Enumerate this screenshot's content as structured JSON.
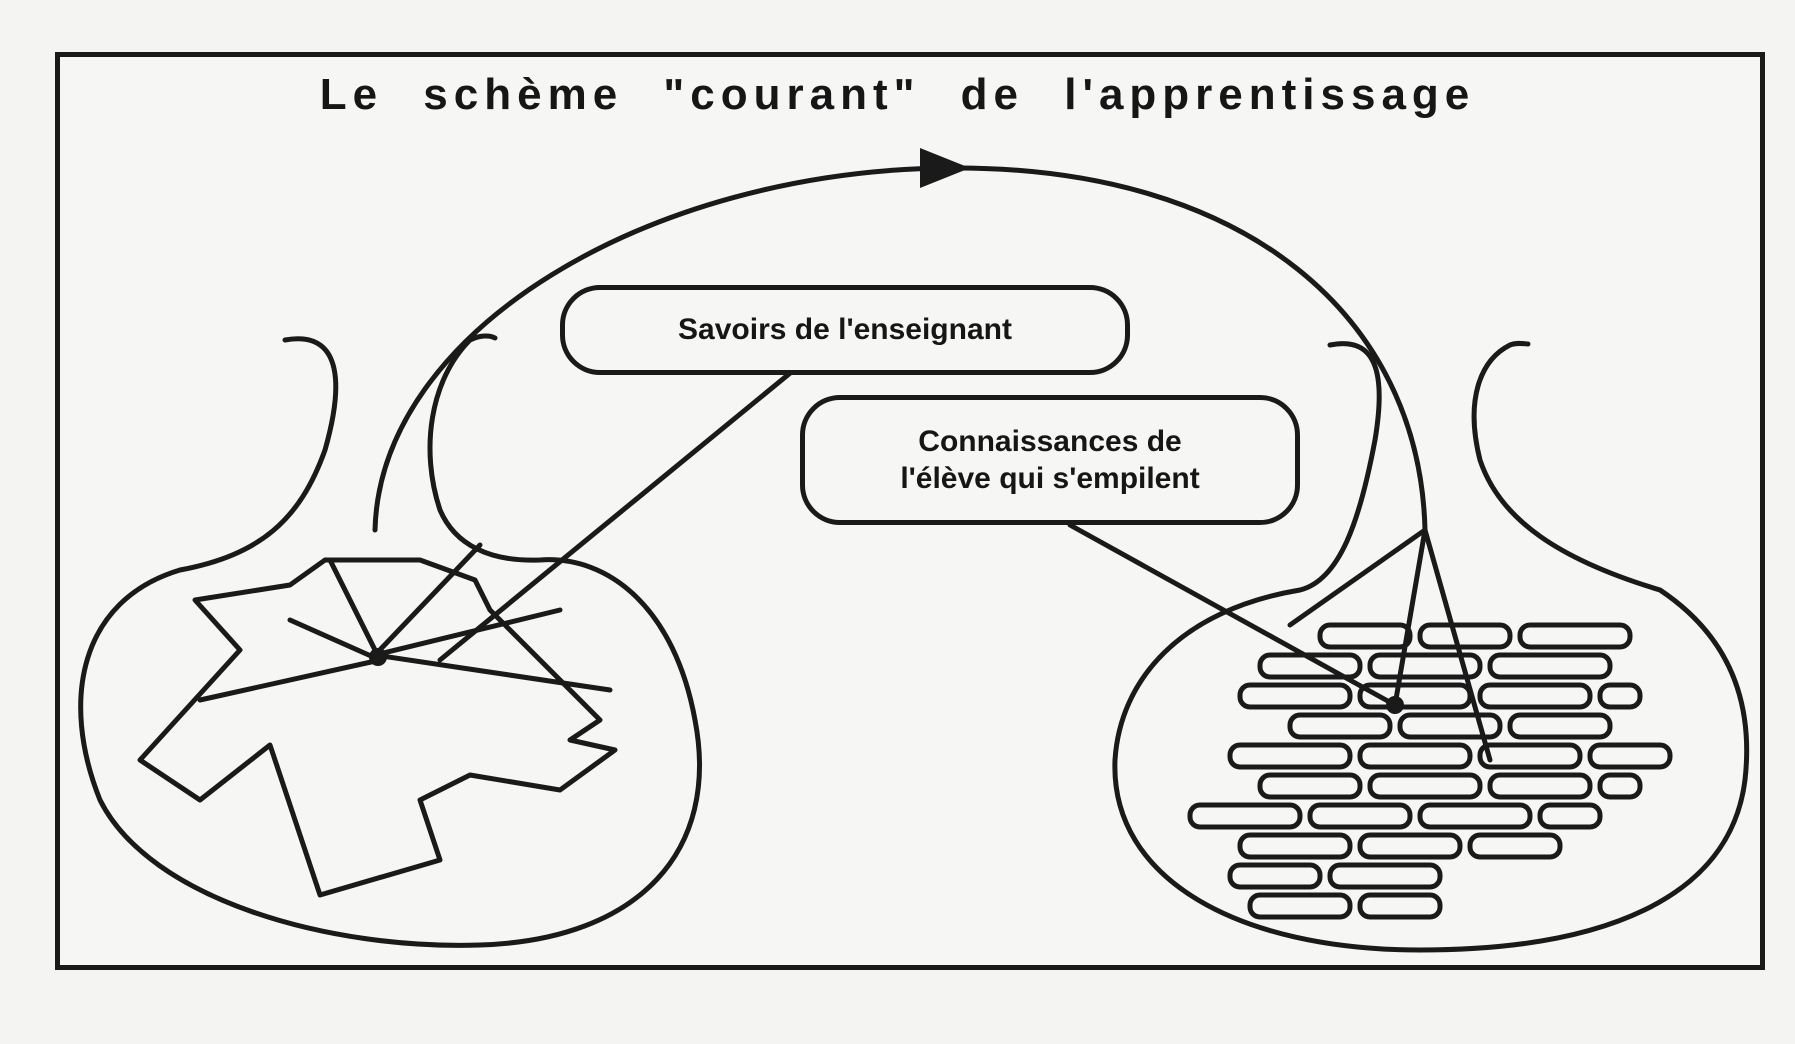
{
  "title": "Le schème \"courant\" de l'apprentissage",
  "labels": {
    "savoirs": "Savoirs de l'enseignant",
    "connaissances": "Connaissances de\nl'élève qui s'empilent"
  },
  "colors": {
    "ink": "#1a1a1a",
    "paper": "#f6f6f4"
  }
}
